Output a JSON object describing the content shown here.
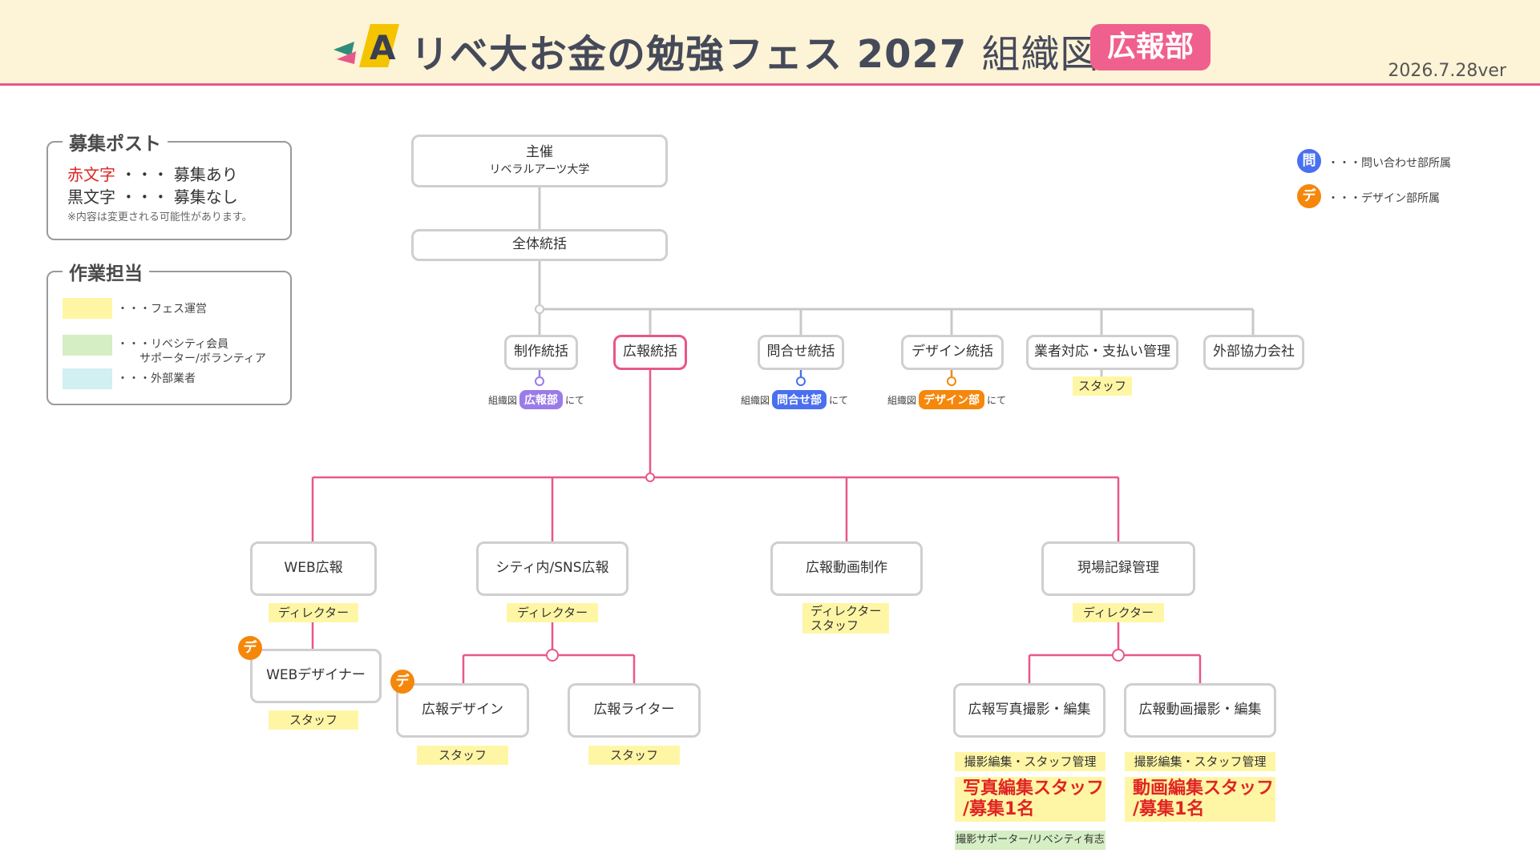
{
  "header": {
    "title": "リベ大お金の勉強フェス 2027",
    "subtitle": "組織図",
    "department": "広報部",
    "version": "2026.7.28ver",
    "logo_text": "A"
  },
  "recruit_legend": {
    "title": "募集ポスト",
    "red_label": "赤文字",
    "red_desc": "・・・ 募集あり",
    "black_label": "黒文字",
    "black_desc": "・・・ 募集なし",
    "note": "※内容は変更される可能性があります。"
  },
  "work_legend": {
    "title": "作業担当",
    "items": [
      {
        "color": "#fff6a5",
        "label": "・・・フェス運営"
      },
      {
        "color": "#d5eec4",
        "label": "・・・リベシティ会員\n　　サポーター/ボランティア"
      },
      {
        "color": "#d2eff2",
        "label": "・・・外部業者"
      }
    ]
  },
  "affiliation_legend": {
    "inquiry": {
      "mark": "問",
      "label": "・・・問い合わせ部所属",
      "color": "#4a6ff0"
    },
    "design": {
      "mark": "デ",
      "label": "・・・デザイン部所属",
      "color": "#f5870b"
    }
  },
  "org": {
    "host": {
      "title": "主催",
      "name": "リベラルアーツ大学"
    },
    "overall": "全体統括",
    "level2": {
      "production": "制作統括",
      "pr": "広報統括",
      "inquiry": "問合せ統括",
      "design": "デザイン統括",
      "vendor": "業者対応・支払い管理",
      "external": "外部協力会社"
    },
    "vendor_staff": "スタッフ",
    "refs": {
      "prefix": "組織図",
      "suffix": "にて",
      "production": "広報部",
      "inquiry": "問合せ部",
      "design": "デザイン部"
    },
    "web": {
      "title": "WEB広報",
      "director": "ディレクター",
      "designer": "WEBデザイナー",
      "staff": "スタッフ"
    },
    "city": {
      "title": "シティ内/SNS広報",
      "director": "ディレクター",
      "design": "広報デザイン",
      "design_staff": "スタッフ",
      "writer": "広報ライター",
      "writer_staff": "スタッフ"
    },
    "video": {
      "title": "広報動画制作",
      "roles": "ディレクター\nスタッフ"
    },
    "field": {
      "title": "現場記録管理",
      "director": "ディレクター",
      "photo": {
        "title": "広報写真撮影・編集",
        "mgmt": "撮影編集・スタッフ管理",
        "recruit_1": "写真編集スタッフ",
        "recruit_2": "/募集1名",
        "support": "撮影サポーター/リベシティ有志"
      },
      "movie": {
        "title": "広報動画撮影・編集",
        "mgmt": "撮影編集・スタッフ管理",
        "recruit_1": "動画編集スタッフ",
        "recruit_2": "/募集1名"
      }
    },
    "mark_design": "デ"
  },
  "colors": {
    "accent_pink": "#e8578a",
    "header_bg": "#fdf3d6",
    "line_gray": "#c8c8c8",
    "purple": "#9b7be8",
    "blue": "#4a6ff0",
    "orange": "#f5870b",
    "recruit_red": "#e02424"
  }
}
